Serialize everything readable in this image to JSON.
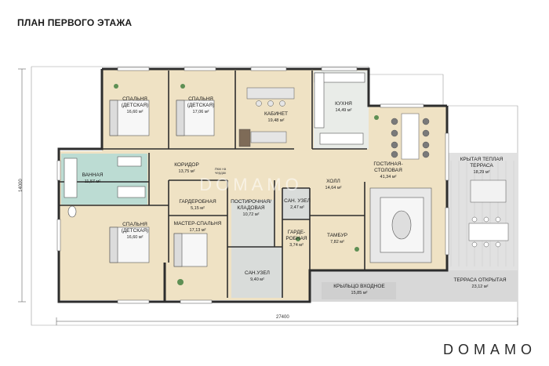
{
  "title": "ПЛАН ПЕРВОГО ЭТАЖА",
  "rooms": [
    {
      "id": "bed1",
      "name": "СПАЛЬНЯ\n(ДЕТСКАЯ)",
      "area": "16,60 м²"
    },
    {
      "id": "bed2",
      "name": "СПАЛЬНЯ\n(ДЕТСКАЯ)",
      "area": "17,06 м²"
    },
    {
      "id": "office",
      "name": "КАБИНЕТ",
      "area": "19,48 м²"
    },
    {
      "id": "kitchen",
      "name": "КУХНЯ",
      "area": "14,49 м²"
    },
    {
      "id": "living",
      "name": "ГОСТИНАЯ-\nСТОЛОВАЯ",
      "area": "41,34 м²"
    },
    {
      "id": "terrace_warm",
      "name": "КРЫТАЯ ТЕПЛАЯ\nТЕРРАСА",
      "area": "18,29 м²"
    },
    {
      "id": "corridor",
      "name": "КОРИДОР",
      "area": "13,75 м²"
    },
    {
      "id": "bath",
      "name": "ВАННАЯ",
      "area": "11,57 м²"
    },
    {
      "id": "hall",
      "name": "ХОЛЛ",
      "area": "14,64 м²"
    },
    {
      "id": "wardrobe1",
      "name": "ГАРДЕРОБНАЯ",
      "area": "5,15 м²"
    },
    {
      "id": "laundry",
      "name": "ПОСТИРОЧНАЯ/\nКЛАДОВАЯ",
      "area": "10,72 м²"
    },
    {
      "id": "wc1",
      "name": "САН. УЗЕЛ",
      "area": "2,47 м²"
    },
    {
      "id": "bed3",
      "name": "СПАЛЬНЯ\n(ДЕТСКАЯ)",
      "area": "16,60 м²"
    },
    {
      "id": "master",
      "name": "МАСТЕР-СПАЛЬНЯ",
      "area": "17,13 м²"
    },
    {
      "id": "wardrobe2",
      "name": "ГАРДЕ-\nРОБНАЯ",
      "area": "3,74 м²"
    },
    {
      "id": "vestibule",
      "name": "ТАМБУР",
      "area": "7,82 м²"
    },
    {
      "id": "wc2",
      "name": "САН.УЗЕЛ",
      "area": "9,40 м²"
    },
    {
      "id": "porch",
      "name": "КРЫЛЬЦО ВХОДНОЕ",
      "area": "15,85 м²"
    },
    {
      "id": "terrace_open",
      "name": "ТЕРРАСА ОТКРЫТАЯ",
      "area": "23,12 м²"
    }
  ],
  "attic_note": "Люк на\nчердак",
  "dimensions": {
    "width": "27400",
    "height": "14000"
  },
  "logo": "DOMAMO",
  "watermark": "DOMAMO"
}
